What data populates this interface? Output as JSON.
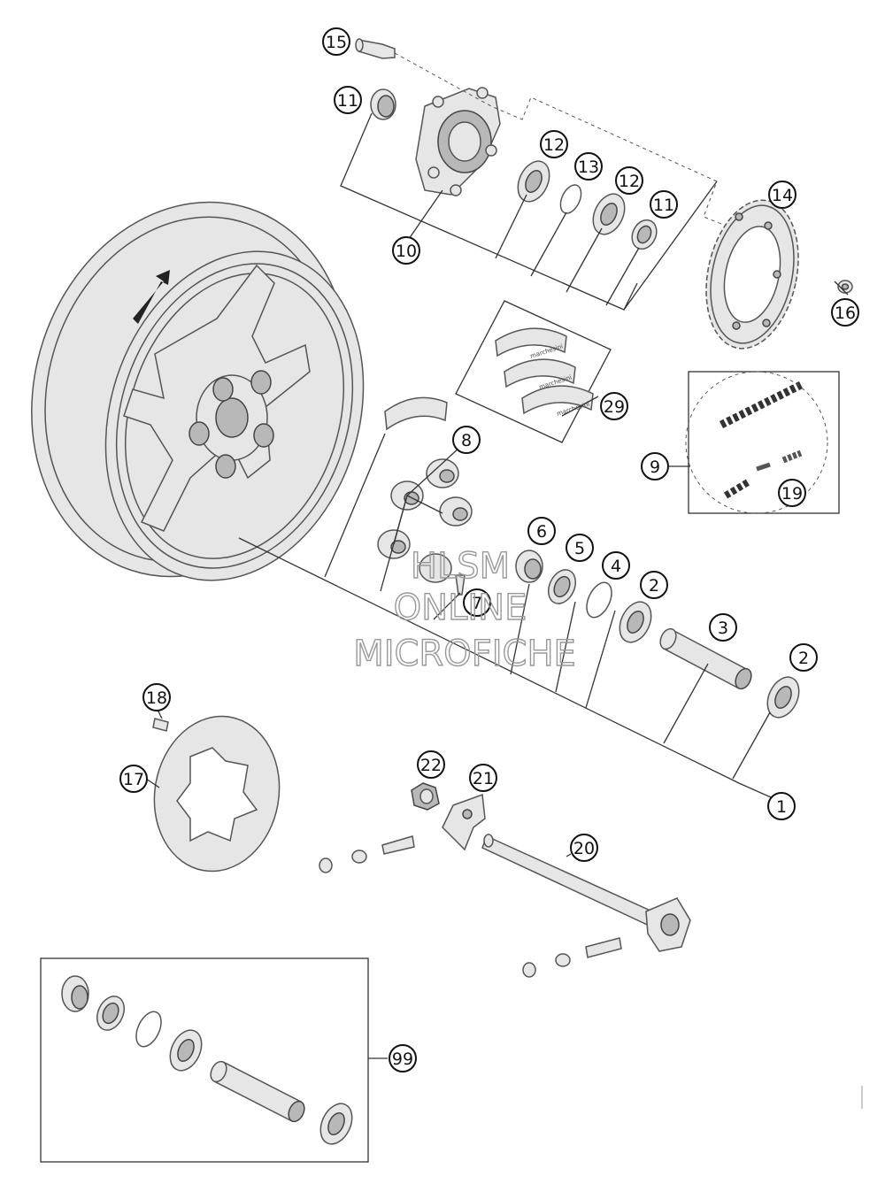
{
  "diagram": {
    "callouts": [
      "15",
      "11",
      "12",
      "13",
      "12",
      "11",
      "10",
      "14",
      "16",
      "29",
      "9",
      "19",
      "8",
      "6",
      "5",
      "4",
      "2",
      "3",
      "2",
      "7",
      "1",
      "18",
      "17",
      "22",
      "21",
      "20",
      "99"
    ],
    "sticker_text": [
      "marchesini",
      "marchesini",
      "marchesini"
    ],
    "watermark": [
      "HLSM",
      "ONLINE",
      "MICROFICHE"
    ]
  }
}
